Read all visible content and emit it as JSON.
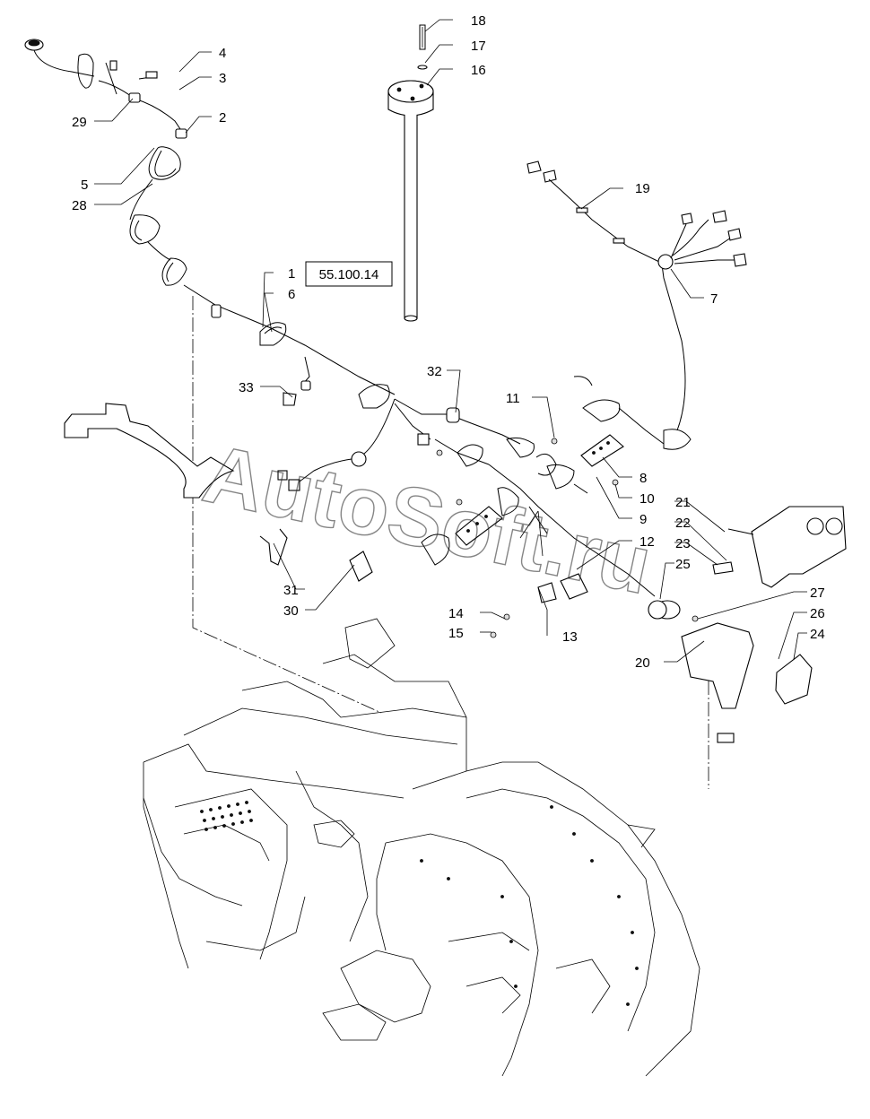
{
  "reference_box": "55.100.14",
  "watermark": "AutoSoft.ru",
  "callouts": [
    "1",
    "2",
    "3",
    "4",
    "5",
    "6",
    "7",
    "8",
    "9",
    "10",
    "11",
    "12",
    "13",
    "14",
    "15",
    "16",
    "17",
    "18",
    "19",
    "20",
    "21",
    "22",
    "23",
    "24",
    "25",
    "26",
    "27",
    "28",
    "29",
    "30",
    "31",
    "32",
    "33"
  ]
}
